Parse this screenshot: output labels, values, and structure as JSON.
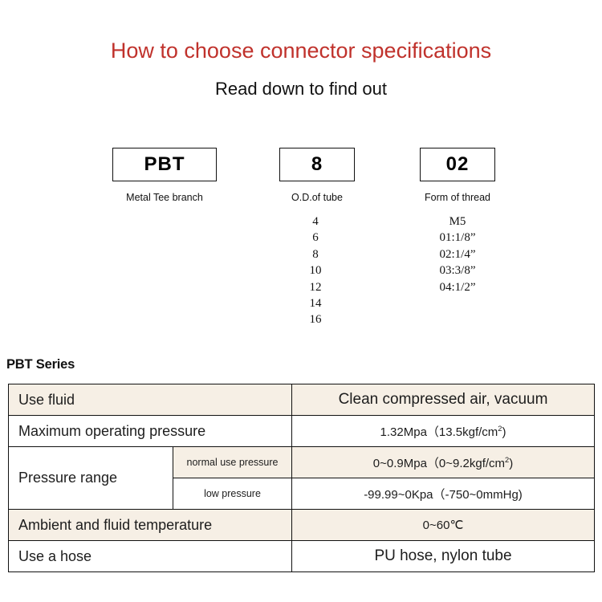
{
  "header": {
    "title": "How to choose connector specifications",
    "subtitle": "Read down to find out",
    "title_color": "#c0322c"
  },
  "code_columns": [
    {
      "code": "PBT",
      "caption": "Metal Tee branch",
      "options": []
    },
    {
      "code": "8",
      "caption": "O.D.of tube",
      "options": [
        "4",
        "6",
        "8",
        "10",
        "12",
        "14",
        "16"
      ]
    },
    {
      "code": "02",
      "caption": "Form of thread",
      "options": [
        "M5",
        "01:1/8”",
        "02:1/4”",
        "03:3/8”",
        "04:1/2”"
      ]
    }
  ],
  "series": {
    "label": "PBT Series",
    "accent_beige": "#f6efe5"
  },
  "spec_table": {
    "rows": [
      {
        "label": "Use fluid",
        "value": "Clean compressed air, vacuum"
      },
      {
        "label": "Maximum operating pressure",
        "value_prefix": "1.32Mpa（13.5kgf/cm",
        "value_sup": "2",
        "value_suffix": ")"
      },
      {
        "label": "Pressure range",
        "sub_rows": [
          {
            "sublabel": "normal use pressure",
            "value_prefix": "0~0.9Mpa（0~9.2kgf/cm",
            "value_sup": "2",
            "value_suffix": ")"
          },
          {
            "sublabel": "low pressure",
            "value": "-99.99~0Kpa（-750~0mmHg)"
          }
        ]
      },
      {
        "label": "Ambient and fluid temperature",
        "value": "0~60℃"
      },
      {
        "label": "Use a hose",
        "value": "PU hose, nylon tube"
      }
    ]
  }
}
